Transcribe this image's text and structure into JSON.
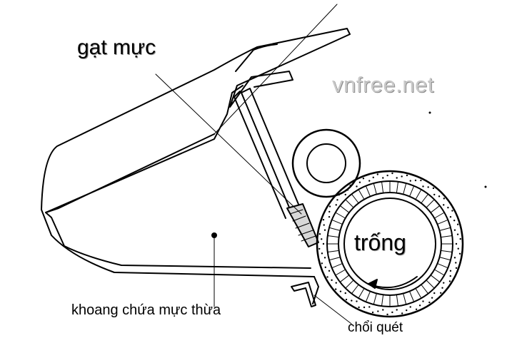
{
  "labels": {
    "blade": "gạt mực",
    "drum": "trống",
    "waste_chamber": "khoang chứa mực thừa",
    "brush": "chổi quét",
    "watermark": "vnfree.net"
  },
  "colors": {
    "line": "#000000",
    "watermark": "#c9c9c9"
  }
}
